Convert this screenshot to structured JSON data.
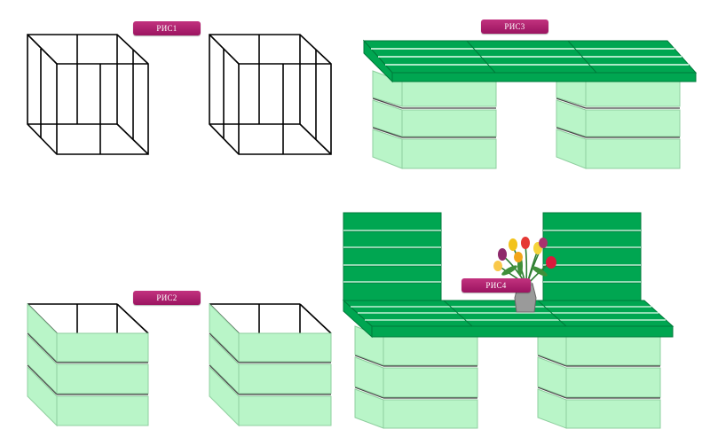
{
  "labels": {
    "fig1": "РИС1",
    "fig2": "РИС2",
    "fig3": "РИС3",
    "fig4": "РИС4"
  },
  "colors": {
    "frame_line": "#000000",
    "plank_light": "#b9f5c8",
    "plank_edge": "#8fcf9f",
    "seat_green": "#00a651",
    "seat_dark": "#007a3a",
    "label_bg": "#b01c6d",
    "vase": "#9a9a9a"
  },
  "icons": {
    "flowers": "tulip-bouquet-in-vase"
  }
}
